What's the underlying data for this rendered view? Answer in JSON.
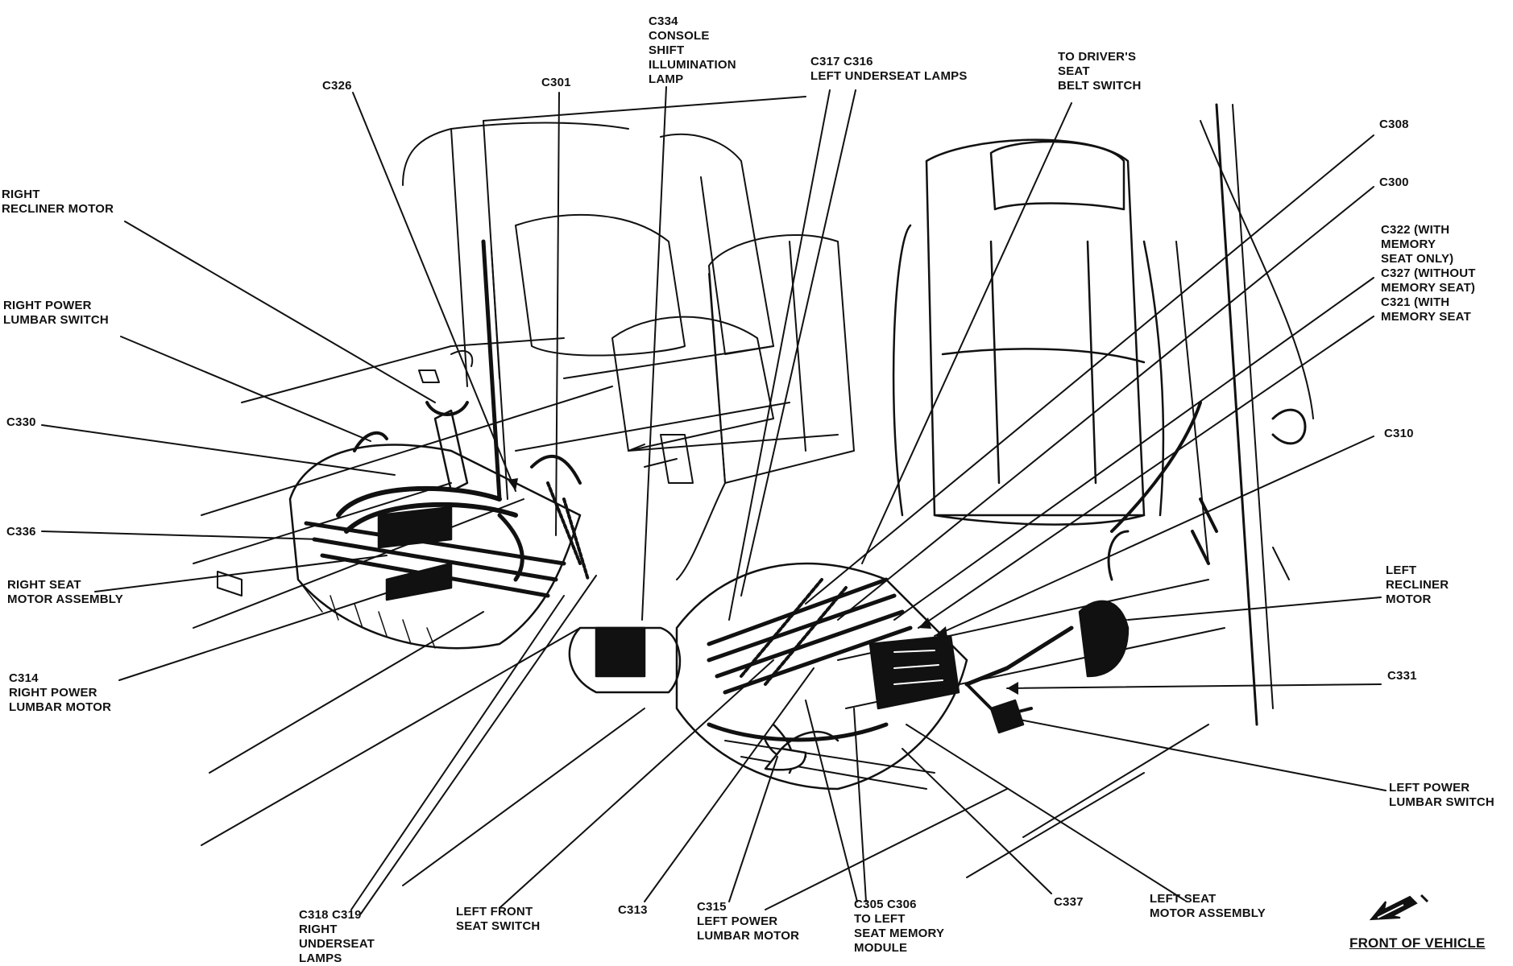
{
  "diagram": {
    "labels": {
      "c326": "C326",
      "c301": "C301",
      "c334": "C334\nCONSOLE\nSHIFT\nILLUMINATION\nLAMP",
      "c317_c316": "C317 C316\nLEFT UNDERSEAT LAMPS",
      "drivers_belt": "TO DRIVER'S\nSEAT\nBELT SWITCH",
      "right_recliner": "RIGHT\nRECLINER MOTOR",
      "right_lumbar_switch": "RIGHT POWER\nLUMBAR SWITCH",
      "c330": "C330",
      "c336": "C336",
      "right_seat_motor": "RIGHT SEAT\nMOTOR ASSEMBLY",
      "c314": "C314\nRIGHT POWER\nLUMBAR MOTOR",
      "c308": "C308",
      "c300": "C300",
      "c322_group": "C322 (WITH\nMEMORY\nSEAT ONLY)\nC327 (WITHOUT\nMEMORY SEAT)\nC321 (WITH\nMEMORY SEAT",
      "c310": "C310",
      "left_recliner": "LEFT\nRECLINER\nMOTOR",
      "c331": "C331",
      "left_lumbar_switch": "LEFT POWER\nLUMBAR SWITCH",
      "c318_c319": "C318 C319\nRIGHT\nUNDERSEAT\nLAMPS",
      "left_front_seat_switch": "LEFT FRONT\nSEAT SWITCH",
      "c313": "C313",
      "c315": "C315\nLEFT POWER\nLUMBAR MOTOR",
      "c305_c306": "C305 C306\nTO LEFT\nSEAT MEMORY\nMODULE",
      "c337": "C337",
      "left_seat_motor": "LEFT SEAT\nMOTOR ASSEMBLY",
      "front_of_vehicle": "FRONT OF VEHICLE"
    },
    "colors": {
      "ink": "#111111",
      "paper": "#ffffff"
    },
    "icons": {
      "direction_arrow": "front-arrow-icon"
    }
  }
}
